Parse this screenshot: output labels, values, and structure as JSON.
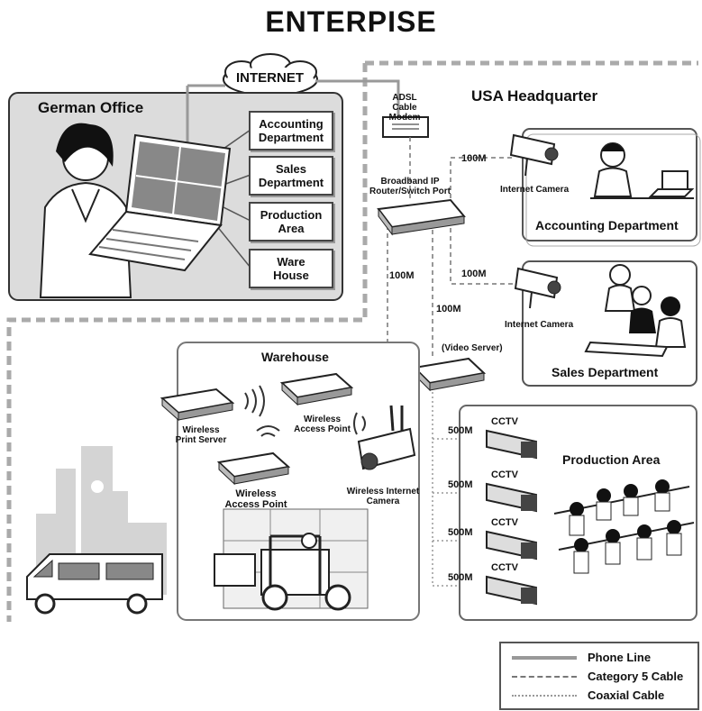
{
  "title": "ENTERPISE",
  "internet": "INTERNET",
  "german_office": {
    "title": "German Office",
    "departments": [
      "Accounting\nDepartment",
      "Sales\nDepartment",
      "Production\nArea",
      "Ware\nHouse"
    ]
  },
  "usa_hq": {
    "title": "USA Headquarter",
    "adsl": "ADSL\nCable Modem",
    "router": "Broadband IP\nRouter/Switch Port",
    "video_server": "(Video Server)",
    "internet_camera": "Internet Camera",
    "accounting": "Accounting Department",
    "sales": "Sales Department",
    "production": "Production Area",
    "cctv": "CCTV",
    "speed_100": "100M",
    "speed_500": "500M"
  },
  "warehouse": {
    "title": "Warehouse",
    "print_server": "Wireless\nPrint Server",
    "access_point_1": "Wireless\nAccess Point",
    "access_point_2": "Wireless\nAccess Point",
    "wireless_camera": "Wireless Internet\nCamera"
  },
  "legend": {
    "phone_line": "Phone Line",
    "cat5": "Category 5 Cable",
    "coaxial": "Coaxial Cable"
  }
}
